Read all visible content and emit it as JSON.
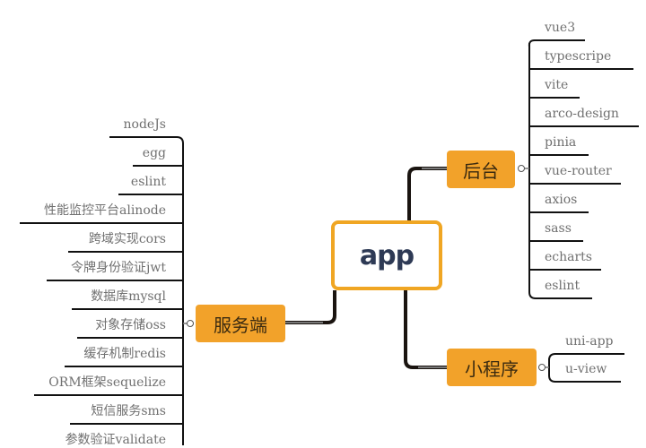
{
  "root": {
    "label": "app"
  },
  "colors": {
    "accent": "#f2a22a",
    "root_border": "#f0a623",
    "root_text": "#2e3a55",
    "line": "#1a1410",
    "leaf_text": "#707070"
  },
  "branches": {
    "houtai": {
      "label": "后台",
      "children": [
        "vue3",
        "typescripe",
        "vite",
        "arco-design",
        "pinia",
        "vue-router",
        "axios",
        "sass",
        "echarts",
        "eslint"
      ]
    },
    "xiaochengxu": {
      "label": "小程序",
      "children": [
        "uni-app",
        "u-view"
      ]
    },
    "fuwuduan": {
      "label": "服务端",
      "children": [
        "nodeJs",
        "egg",
        "eslint",
        "性能监控平台alinode",
        "跨域实现cors",
        "令牌身份验证jwt",
        "数据库mysql",
        "对象存储oss",
        "缓存机制redis",
        "ORM框架sequelize",
        "短信服务sms",
        "参数验证validate"
      ]
    }
  }
}
